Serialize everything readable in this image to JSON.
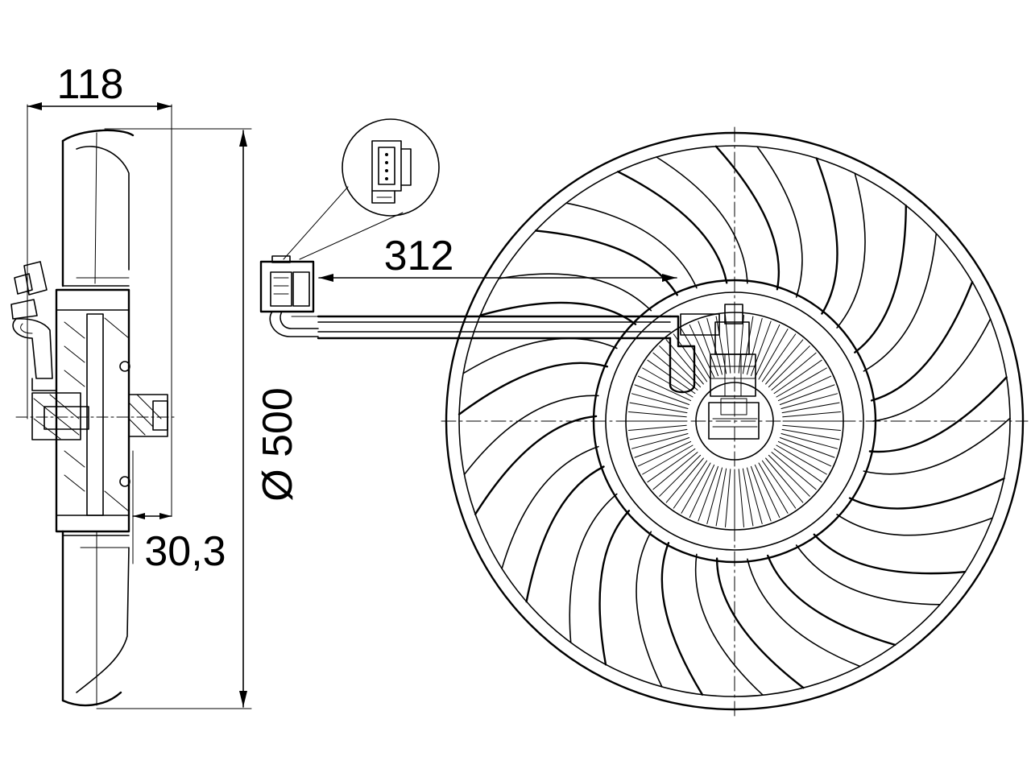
{
  "dimensions": {
    "width_label": "118",
    "diameter_label": "Ø 500",
    "offset_label": "30,3",
    "sensor_distance_label": "312"
  },
  "colors": {
    "line": "#000000",
    "background": "#ffffff"
  }
}
